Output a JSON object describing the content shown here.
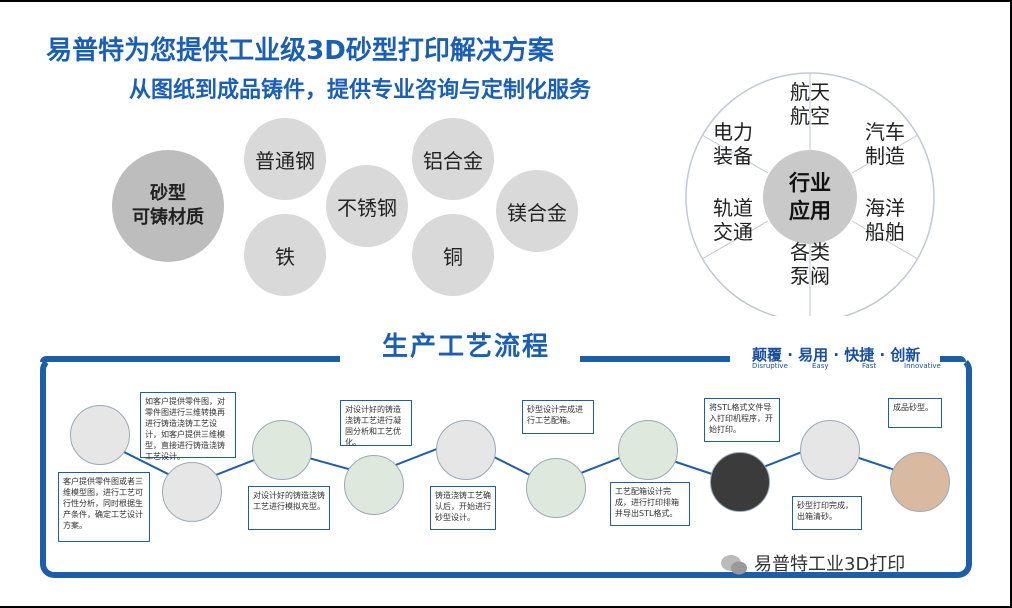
{
  "header": {
    "title": "易普特为您提供工业级3D砂型打印解决方案",
    "subtitle": "从图纸到成品铸件，提供专业咨询与定制化服务"
  },
  "materials": {
    "center": "砂型\n可铸材质",
    "items": [
      "普通钢",
      "铝合金",
      "不锈钢",
      "镁合金",
      "铁",
      "铜"
    ]
  },
  "industries": {
    "center": "行业\n应用",
    "items": [
      "航天\n航空",
      "汽车\n制造",
      "海洋\n船舶",
      "各类\n泵阀",
      "轨道\n交通",
      "电力\n装备"
    ]
  },
  "process": {
    "title": "生产工艺流程",
    "slogan": "颠覆 · 易用 · 快捷 · 创新",
    "slogan_en": [
      "Disruptive",
      "Easy",
      "Fast",
      "Innovative"
    ],
    "steps": [
      "客户提供零件图或者三维模型图，进行工艺可行性分析，同时根据生产条件，确定工艺设计方案。",
      "如客户提供零件图，对零件图进行三维转换再进行铸造浇铸工艺设计，如客户提供三维模型，直接进行铸造浇铸工艺设计。",
      "对设计好的铸造浇铸工艺进行模拟充型。",
      "对设计好的铸造浇铸工艺进行凝固分析和工艺优化。",
      "铸造浇铸工艺确认后，开始进行砂型设计。",
      "砂型设计完成进行工艺配箱。",
      "工艺配箱设计完成，进行打印排箱并导出STL格式。",
      "将STL格式文件导入打印机程序，开始打印。",
      "砂型打印完成，出箱清砂。",
      "成品砂型。"
    ]
  },
  "watermark": "易普特工业3D打印",
  "colors": {
    "brand_blue": "#1d5ea8",
    "circle_gray": "#d9d9d9"
  }
}
